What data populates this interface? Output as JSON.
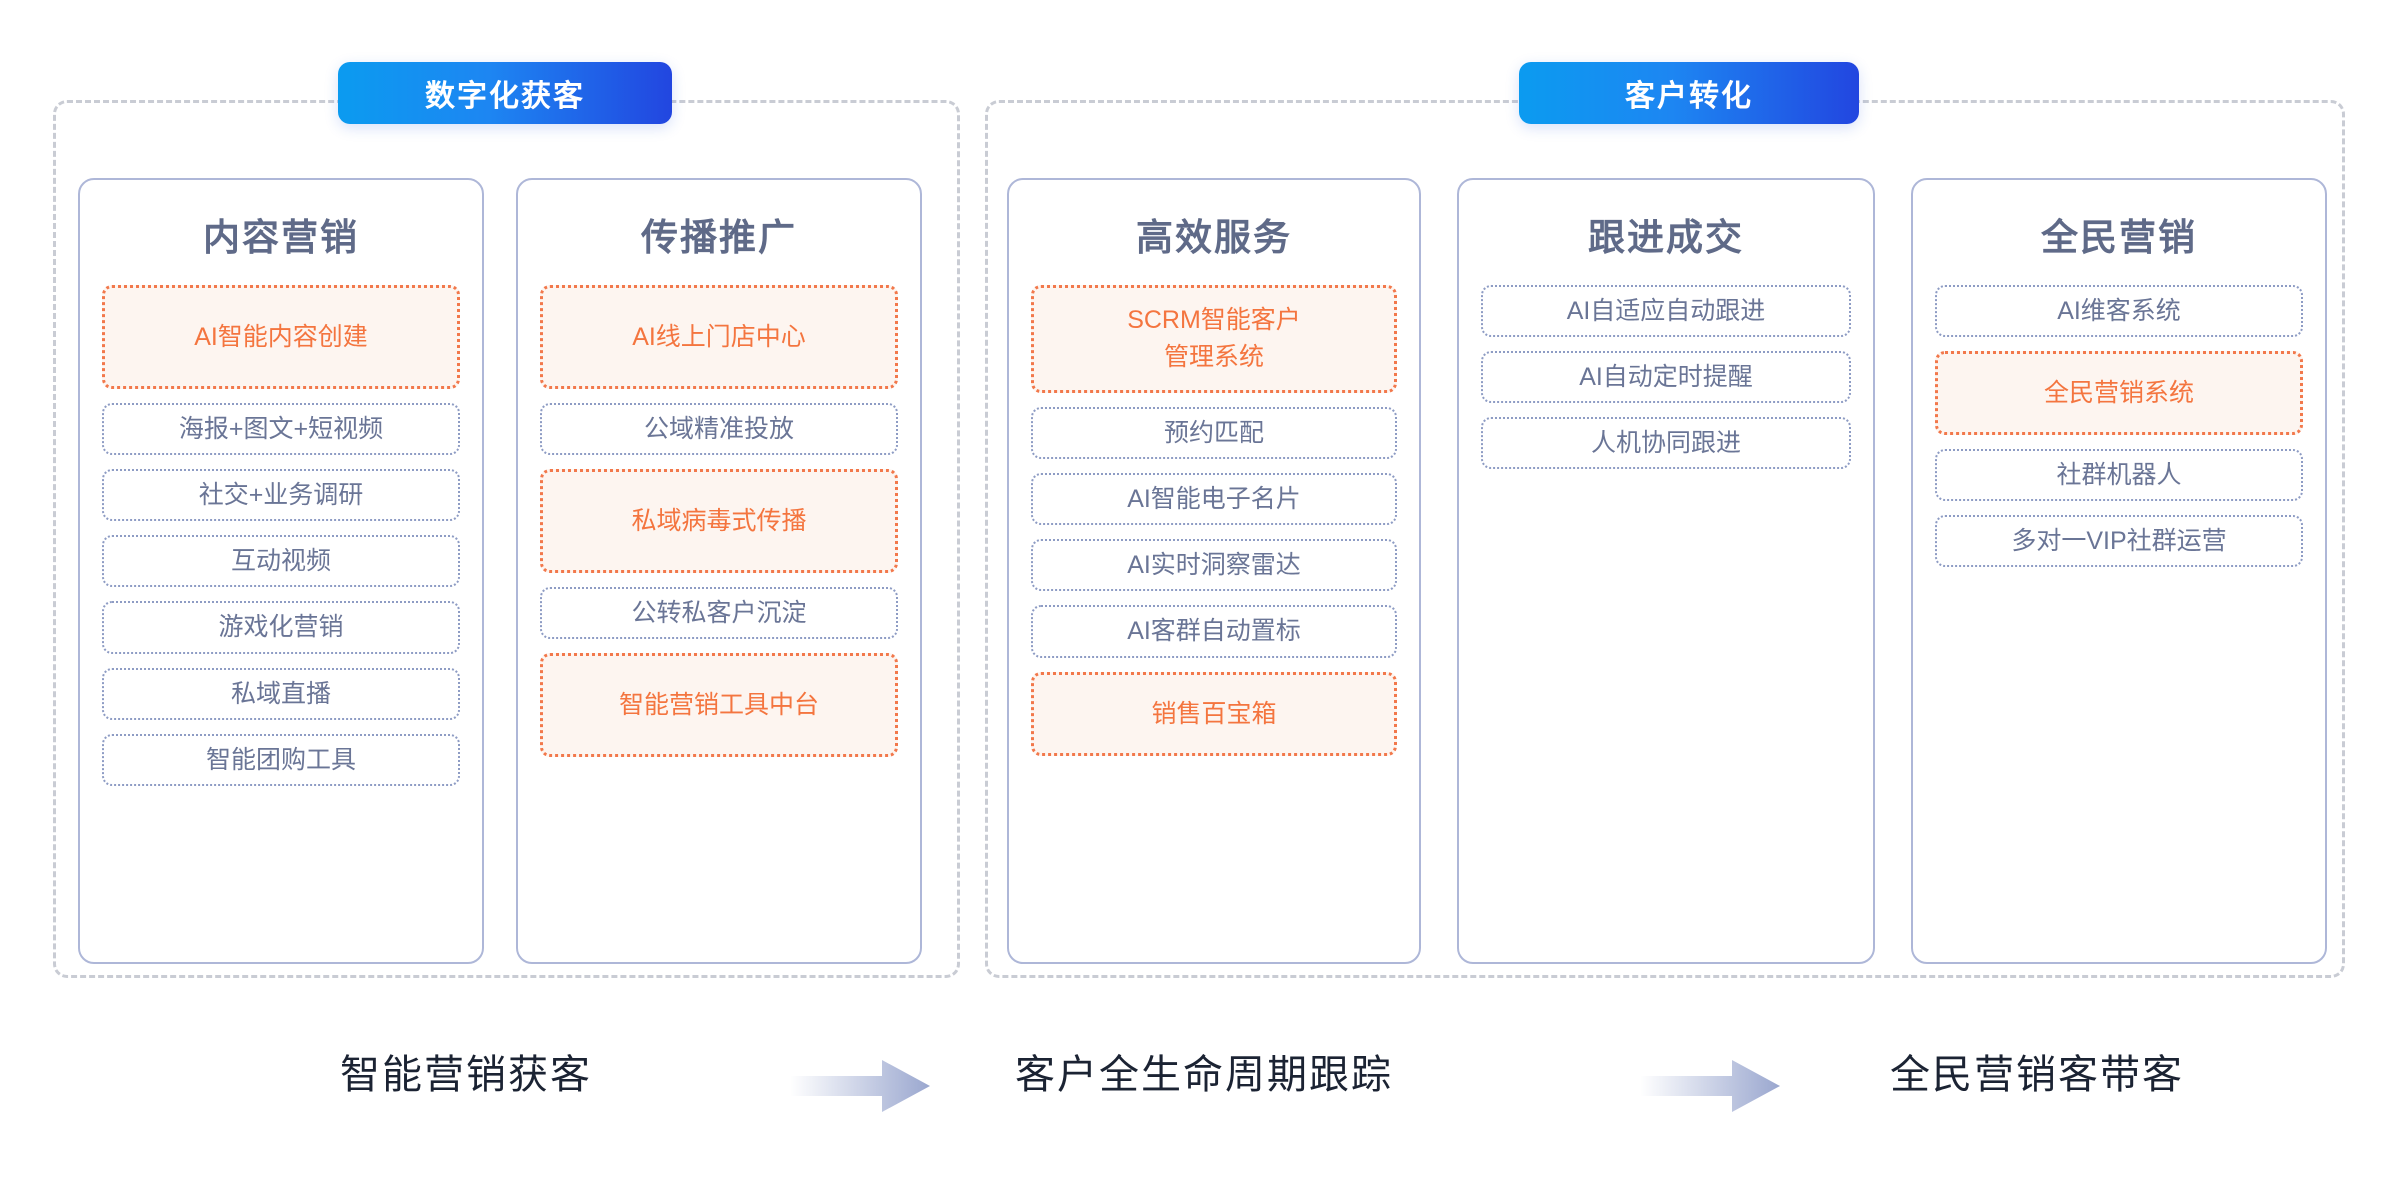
{
  "groups": [
    {
      "id": "digital-acquisition",
      "pill_label": "数字化获客",
      "columns": [
        {
          "title": "内容营销",
          "items": [
            {
              "label": "AI智能内容创建",
              "style": "highlight"
            },
            {
              "label": "海报+图文+短视频",
              "style": "normal"
            },
            {
              "label": "社交+业务调研",
              "style": "normal"
            },
            {
              "label": "互动视频",
              "style": "normal"
            },
            {
              "label": "游戏化营销",
              "style": "normal"
            },
            {
              "label": "私域直播",
              "style": "normal"
            },
            {
              "label": "智能团购工具",
              "style": "normal"
            }
          ]
        },
        {
          "title": "传播推广",
          "items": [
            {
              "label": "AI线上门店中心",
              "style": "highlight"
            },
            {
              "label": "公域精准投放",
              "style": "normal"
            },
            {
              "label": "私域病毒式传播",
              "style": "highlight"
            },
            {
              "label": "公转私客户沉淀",
              "style": "normal"
            },
            {
              "label": "智能营销工具中台",
              "style": "highlight"
            }
          ]
        }
      ]
    },
    {
      "id": "customer-conversion",
      "pill_label": "客户转化",
      "columns": [
        {
          "title": "高效服务",
          "items": [
            {
              "label": "SCRM智能客户\n管理系统",
              "style": "highlight"
            },
            {
              "label": "预约匹配",
              "style": "normal"
            },
            {
              "label": "AI智能电子名片",
              "style": "normal"
            },
            {
              "label": "AI实时洞察雷达",
              "style": "normal"
            },
            {
              "label": "AI客群自动置标",
              "style": "normal"
            },
            {
              "label": "销售百宝箱",
              "style": "highlight"
            }
          ]
        },
        {
          "title": "跟进成交",
          "items": [
            {
              "label": "AI自适应自动跟进",
              "style": "normal"
            },
            {
              "label": "AI自动定时提醒",
              "style": "normal"
            },
            {
              "label": "人机协同跟进",
              "style": "normal"
            }
          ]
        },
        {
          "title": "全民营销",
          "items": [
            {
              "label": "AI维客系统",
              "style": "normal"
            },
            {
              "label": "全民营销系统",
              "style": "highlight"
            },
            {
              "label": "社群机器人",
              "style": "normal"
            },
            {
              "label": "多对一VIP社群运营",
              "style": "normal"
            }
          ]
        }
      ]
    }
  ],
  "flow": {
    "labels": [
      "智能营销获客",
      "客户全生命周期跟踪",
      "全民营销客带客"
    ],
    "arrows": [
      "arrow-right-icon",
      "arrow-right-icon"
    ]
  },
  "colors": {
    "pill_gradient_from": "#0b9bf0",
    "pill_gradient_to": "#2246e0",
    "highlight_text": "#f4753f",
    "highlight_border": "#f2784b",
    "highlight_bg": "#fdf5f0",
    "normal_text": "#6a7596",
    "normal_border": "#8e9cc4",
    "card_border": "#aeb7d8",
    "title_text": "#5f6a88",
    "group_border": "#c9ccd4",
    "flow_label_text": "#1b2333",
    "arrow_fill": "#9aa7cf"
  }
}
